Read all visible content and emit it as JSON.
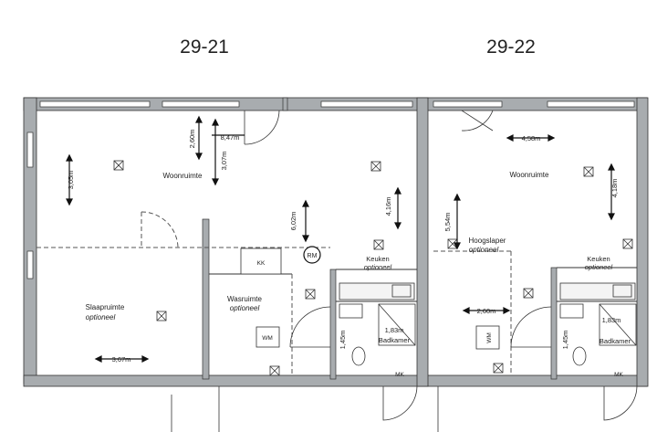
{
  "units": [
    {
      "title": "29-21"
    },
    {
      "title": "29-22"
    }
  ],
  "rooms": {
    "u21_woon": "Woonruimte",
    "u21_slaap": "Slaapruimte",
    "u21_slaap_opt": "optioneel",
    "u21_was": "Wasruimte",
    "u21_was_opt": "optioneel",
    "u21_keuken": "Keuken",
    "u21_keuken_opt": "optioneel",
    "u21_bad": "Badkamer",
    "u22_woon": "Woonruimte",
    "u22_hoog": "Hoogslaper",
    "u22_hoog_opt": "optioneel",
    "u22_keuken": "Keuken",
    "u22_keuken_opt": "optioneel",
    "u22_bad": "Badkamer"
  },
  "dims": {
    "d_847": "8,47m",
    "d_260a": "2,60m",
    "d_307": "3,07m",
    "d_305": "3,05m",
    "d_602": "6,02m",
    "d_416": "4,16m",
    "d_367": "3,67m",
    "d_183a": "1,83m",
    "d_145a": "1,45m",
    "d_458": "4,58m",
    "d_418": "4,18m",
    "d_554": "5,54m",
    "d_260b": "2,60m",
    "d_183b": "1,83m",
    "d_145b": "1,45m"
  },
  "symbols": {
    "rm": "RM",
    "kk": "KK",
    "wm1": "WM",
    "wm2": "WM",
    "mk1": "MK",
    "mk2": "MK"
  }
}
